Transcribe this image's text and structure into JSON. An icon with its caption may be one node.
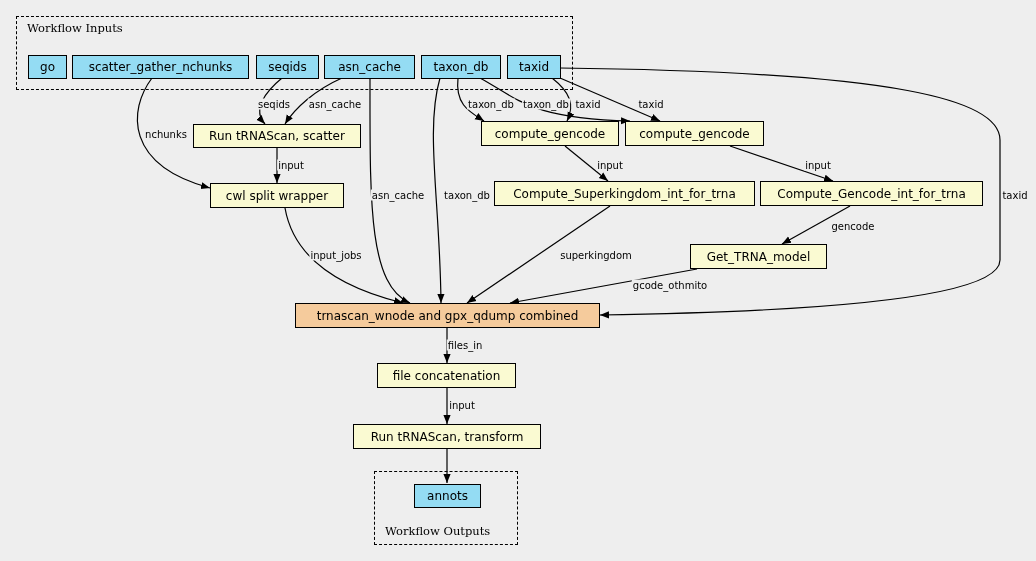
{
  "diagram": {
    "nodes": [
      {
        "text": [
          "Workflow Inputs"
        ]
      },
      {
        "text": [
          "go"
        ],
        "in": 0
      },
      {
        "text": [
          "scatter_gather_nchunks"
        ],
        "in": 0
      },
      {
        "text": [
          "seqids"
        ],
        "in": 0
      },
      {
        "text": [
          "asn_cache"
        ],
        "in": 0
      },
      {
        "text": [
          "taxon_db"
        ],
        "in": 0
      },
      {
        "text": [
          "taxid"
        ],
        "in": 0
      },
      {
        "text": [
          "Run tRNAScan, scatter"
        ]
      },
      {
        "text": [
          "cwl split wrapper"
        ]
      },
      {
        "text": [
          "compute_gencode"
        ]
      },
      {
        "text": [
          "compute_gencode"
        ]
      },
      {
        "text": [
          "Compute_Superkingdom_int_for_trna"
        ]
      },
      {
        "text": [
          "Compute_Gencode_int_for_trna"
        ]
      },
      {
        "text": [
          "Get_TRNA_model"
        ]
      },
      {
        "text": [
          "trnascan_wnode and gpx_qdump combined"
        ]
      },
      {
        "text": [
          "file concatenation"
        ]
      },
      {
        "text": [
          "Run tRNAScan, transform"
        ]
      },
      {
        "text": [
          "Workflow Outputs"
        ]
      },
      {
        "text": [
          "annots"
        ],
        "in": 17
      }
    ],
    "edges": [
      {
        "from": 3,
        "to": 7,
        "arrow": "to",
        "label": "seqids"
      },
      {
        "from": 4,
        "to": 7,
        "arrow": "to",
        "label": "asn_cache"
      },
      {
        "from": 2,
        "to": 8,
        "arrow": "to",
        "label": "nchunks"
      },
      {
        "from": 7,
        "to": 8,
        "arrow": "to",
        "label": "input"
      },
      {
        "from": 5,
        "to": 9,
        "arrow": "to",
        "label": "taxon_db"
      },
      {
        "from": 5,
        "to": 10,
        "arrow": "to",
        "label": "taxon_db"
      },
      {
        "from": 6,
        "to": 9,
        "arrow": "to",
        "label": "taxid"
      },
      {
        "from": 6,
        "to": 10,
        "arrow": "to",
        "label": "taxid"
      },
      {
        "from": 9,
        "to": 11,
        "arrow": "to",
        "label": "input"
      },
      {
        "from": 10,
        "to": 12,
        "arrow": "to",
        "label": "input"
      },
      {
        "from": 12,
        "to": 13,
        "arrow": "to",
        "label": "gencode"
      },
      {
        "from": 8,
        "to": 14,
        "arrow": "to",
        "label": "input_jobs"
      },
      {
        "from": 4,
        "to": 14,
        "arrow": "to",
        "label": "asn_cache"
      },
      {
        "from": 5,
        "to": 14,
        "arrow": "to",
        "label": "taxon_db"
      },
      {
        "from": 11,
        "to": 14,
        "arrow": "to",
        "label": "superkingdom"
      },
      {
        "from": 13,
        "to": 14,
        "arrow": "to",
        "label": "gcode_othmito"
      },
      {
        "from": 6,
        "to": 14,
        "arrow": "to",
        "label": "taxid"
      },
      {
        "from": 14,
        "to": 15,
        "arrow": "to",
        "label": "files_in"
      },
      {
        "from": 15,
        "to": 16,
        "arrow": "to",
        "label": "input"
      },
      {
        "from": 16,
        "to": 18,
        "arrow": "to"
      }
    ]
  }
}
